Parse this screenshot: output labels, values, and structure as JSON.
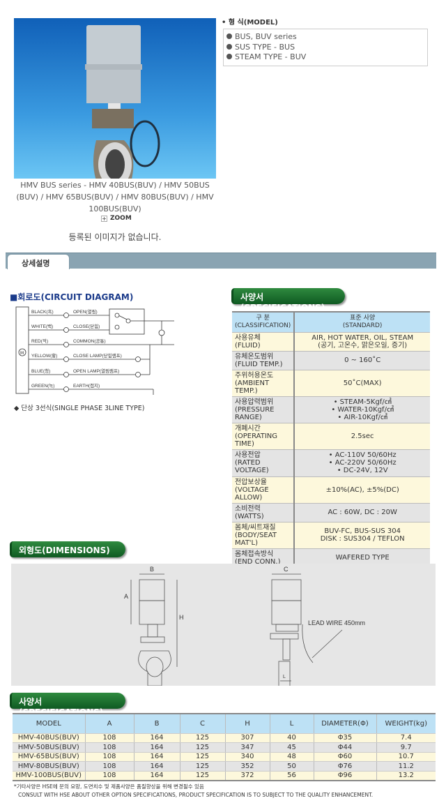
{
  "product": {
    "caption": "HMV BUS series - HMV 40BUS(BUV) / HMV 50BUS (BUV) / HMV 65BUS(BUV) / HMV 80BUS(BUV) / HMV 100BUS(BUV)",
    "zoom_label": "ZOOM",
    "no_image": "등록된 이미지가 없습니다."
  },
  "model": {
    "label": "• 형 식(MODEL)",
    "items": [
      "BUS, BUV series",
      "SUS TYPE - BUS",
      "STEAM TYPE - BUV"
    ]
  },
  "tabs": {
    "detail": "상세설명"
  },
  "circuit": {
    "title": "■회로도(CIRCUIT DIAGRAM)",
    "wires": [
      {
        "color": "BLACK(흑)",
        "func": "OPEN(열림)"
      },
      {
        "color": "WHITE(백)",
        "func": "CLOSE(닫힘)"
      },
      {
        "color": "RED(적)",
        "func": "COMMON(공통)"
      },
      {
        "color": "YELLOW(황)",
        "func": "CLOSE LAMP(닫힘램프)"
      },
      {
        "color": "BLUE(청)",
        "func": "OPEN LAMP(열림램프)"
      },
      {
        "color": "GREEN(녹)",
        "func": "EARTH(접지)"
      }
    ],
    "motor": "M",
    "note": "◆ 단상 3선식(SINGLE PHASE 3LINE TYPE)"
  },
  "spec": {
    "title": "사양서(SPECIFICATIONS)",
    "header": [
      "구 분\n(CLASSIFICATION)",
      "표준 사양\n(STANDARD)"
    ],
    "rows": [
      [
        "사용유체\n(FLUID)",
        "AIR, HOT WATER, OIL, STEAM\n(공기, 고온수, 맑은오일, 증기)"
      ],
      [
        "유체온도범위\n(FLUID TEMP.)",
        "0 ~ 160˚C"
      ],
      [
        "주위허용온도\n(AMBIENT TEMP.)",
        "50˚C(MAX)"
      ],
      [
        "사용압력범위\n(PRESSURE RANGE)",
        "• STEAM-5Kgf/㎠\n• WATER-10Kgf/㎠\n• AIR-10Kgf/㎠"
      ],
      [
        "개폐시간\n(OPERATING TIME)",
        "2.5sec"
      ],
      [
        "사용전압\n(RATED VOLTAGE)",
        "• AC-110V 50/60Hz\n• AC-220V 50/60Hz\n• DC-24V, 12V"
      ],
      [
        "전압보상율\n(VOLTAGE ALLOW)",
        "±10%(AC),   ±5%(DC)"
      ],
      [
        "소비전력\n(WATTS)",
        "AC : 60W,   DC : 20W"
      ],
      [
        "몸체/씨트재질\n(BODY/SEAT MAT'L)",
        "BUV-FC, BUS-SUS 304\nDISK : SUS304 / TEFLON"
      ],
      [
        "몸체접속방식\n(END CONN.)",
        "WAFERED TYPE"
      ]
    ]
  },
  "dimensions": {
    "title": "외형도(DIMENSIONS)",
    "labels": {
      "a": "A",
      "b": "B",
      "c": "C",
      "h": "H",
      "l": "L",
      "lead": "LEAD WIRE 450mm"
    }
  },
  "sizes": {
    "title": "사양서(SPECIFICATIONS)",
    "columns": [
      "MODEL",
      "A",
      "B",
      "C",
      "H",
      "L",
      "DIAMETER(Φ)",
      "WEIGHT(kg)"
    ],
    "rows": [
      [
        "HMV-40BUS(BUV)",
        "108",
        "164",
        "125",
        "307",
        "40",
        "Φ35",
        "7.4"
      ],
      [
        "HMV-50BUS(BUV)",
        "108",
        "164",
        "125",
        "347",
        "45",
        "Φ44",
        "9.7"
      ],
      [
        "HMV-65BUS(BUV)",
        "108",
        "164",
        "125",
        "340",
        "48",
        "Φ60",
        "10.7"
      ],
      [
        "HMV-80BUS(BUV)",
        "108",
        "164",
        "125",
        "352",
        "50",
        "Φ76",
        "11.2"
      ],
      [
        "HMV-100BUS(BUV)",
        "108",
        "164",
        "125",
        "372",
        "56",
        "Φ96",
        "13.2"
      ]
    ],
    "notes": [
      "*기타사양은 HSE에 문의 요망, 도면치수 및 제품사양은 품질향상을 위해 변경될수 있음",
      "CONSULT WITH HSE ABOUT OTHER OPTION SPECIFICATIONS, PRODUCT SPECIFICATION IS TO SUBJECT TO THE QUALITY ENHANCEMENT."
    ]
  }
}
